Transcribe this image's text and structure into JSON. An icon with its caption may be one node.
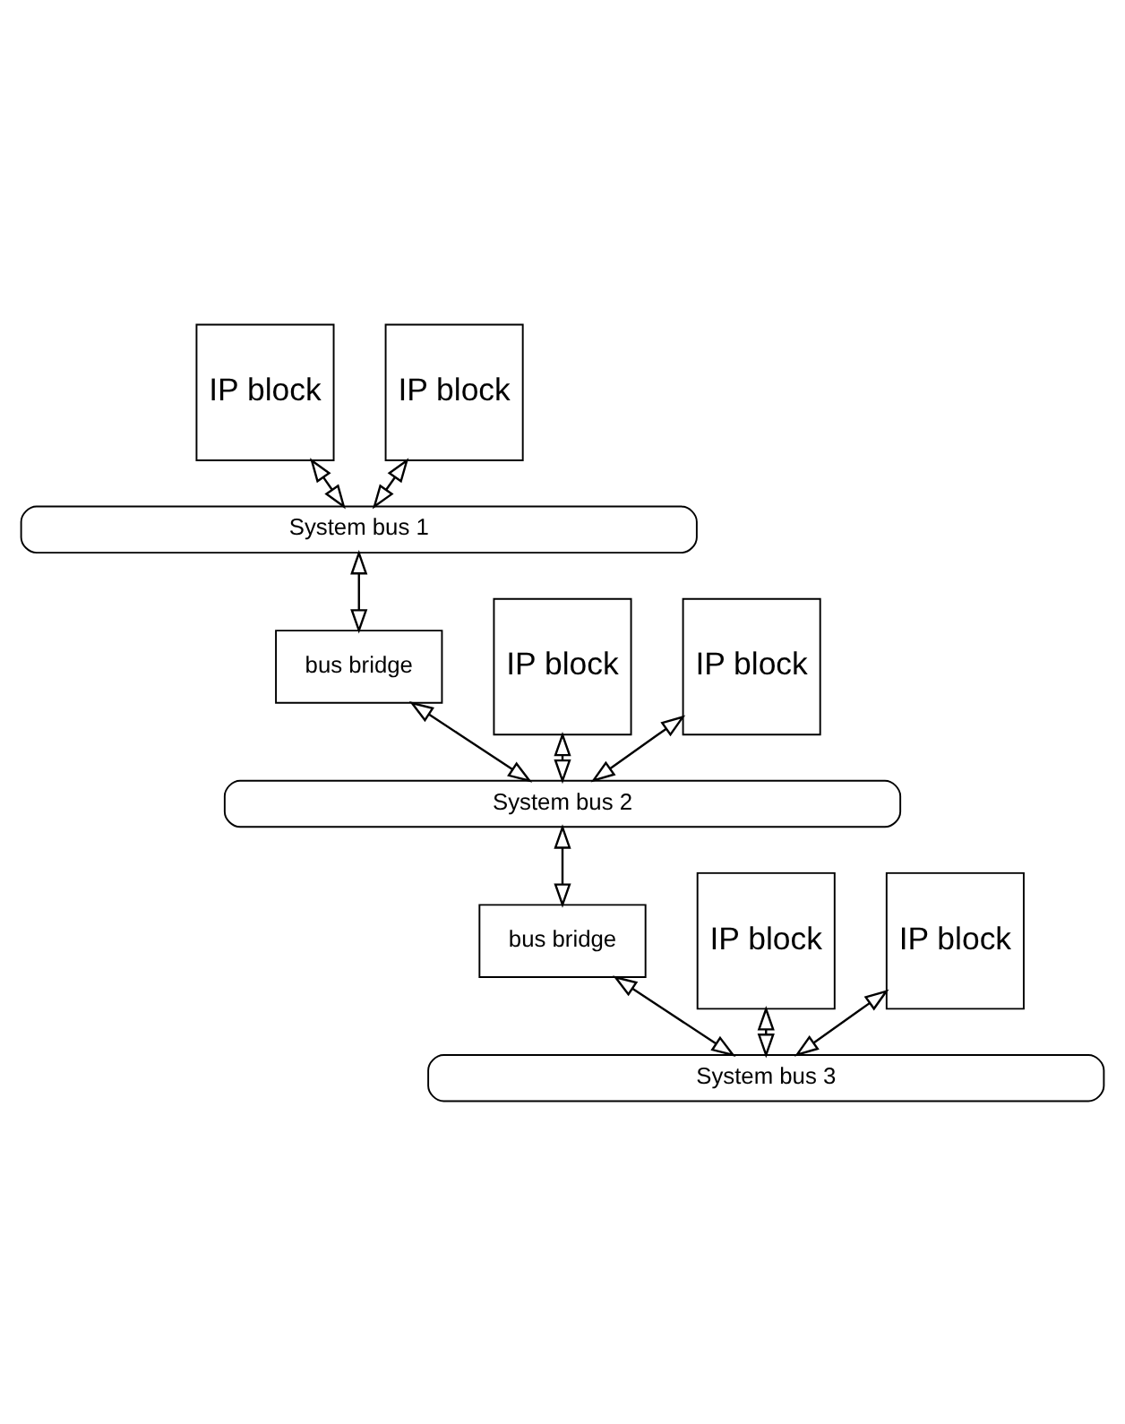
{
  "diagram": {
    "nodes": [
      {
        "text": [
          "IP block"
        ]
      },
      {
        "text": [
          "IP block"
        ]
      },
      {
        "text": [
          "System bus 1"
        ]
      },
      {
        "text": [
          "IP block"
        ]
      },
      {
        "text": [
          "IP block"
        ]
      },
      {
        "text": [
          "bus bridge"
        ]
      },
      {
        "text": [
          "System bus 2"
        ]
      },
      {
        "text": [
          "IP block"
        ]
      },
      {
        "text": [
          "IP block"
        ]
      },
      {
        "text": [
          "bus bridge"
        ]
      },
      {
        "text": [
          "System bus 3"
        ]
      }
    ],
    "edges": [
      {
        "from": 0,
        "to": 2,
        "arrow": "both"
      },
      {
        "from": 1,
        "to": 2,
        "arrow": "both"
      },
      {
        "from": 2,
        "to": 5,
        "arrow": "both"
      },
      {
        "from": 3,
        "to": 6,
        "arrow": "both"
      },
      {
        "from": 4,
        "to": 6,
        "arrow": "both"
      },
      {
        "from": 5,
        "to": 6,
        "arrow": "both"
      },
      {
        "from": 6,
        "to": 9,
        "arrow": "both"
      },
      {
        "from": 7,
        "to": 10,
        "arrow": "both"
      },
      {
        "from": 8,
        "to": 10,
        "arrow": "both"
      },
      {
        "from": 9,
        "to": 10,
        "arrow": "both"
      }
    ]
  }
}
